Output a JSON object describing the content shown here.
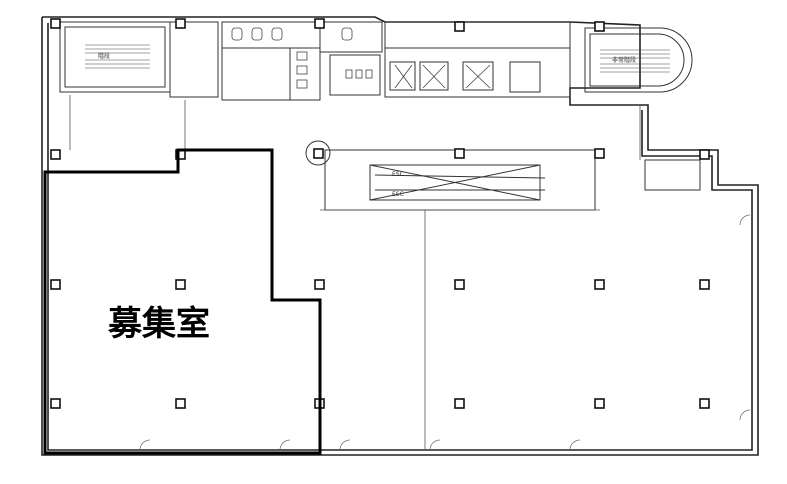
{
  "floor_plan": {
    "vacancy_label": "募集室",
    "stair_labels": [
      "階段",
      "非常階段"
    ],
    "escalator_labels": [
      "ESC",
      "ESC"
    ]
  }
}
